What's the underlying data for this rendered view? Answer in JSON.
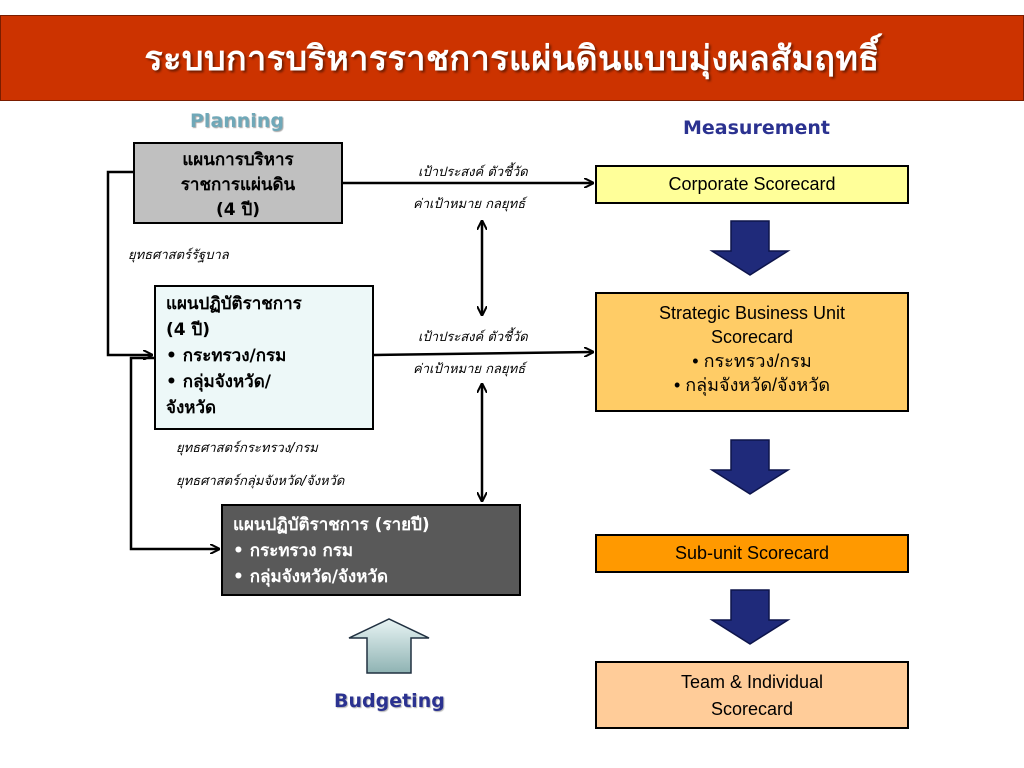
{
  "title": "ระบบการบริหารราชการแผ่นดินแบบมุ่งผลสัมฤทธิ์",
  "labels": {
    "planning": "Planning",
    "measurement": "Measurement",
    "budgeting": "Budgeting"
  },
  "plans": {
    "national": {
      "lines": [
        "แผนการบริหาร",
        "ราชการแผ่นดิน",
        "(4 ปี)"
      ]
    },
    "operational": {
      "lines": [
        "แผนปฏิบัติราชการ",
        "(4 ปี)",
        "• กระทรวง/กรม",
        "• กลุ่มจังหวัด/",
        "จังหวัด"
      ]
    },
    "annual": {
      "lines": [
        "แผนปฏิบัติราชการ (รายปี)",
        "• กระทรวง กรม",
        "• กลุ่มจังหวัด/จังหวัด"
      ]
    }
  },
  "notes": {
    "goals_1": "เป้าประสงค์ ตัวชี้วัด",
    "targets_1": "ค่าเป้าหมาย กลยุทธ์",
    "goals_2": "เป้าประสงค์ ตัวชี้วัด",
    "targets_2": "ค่าเป้าหมาย กลยุทธ์",
    "gov_strategy": "ยุทธศาสตร์รัฐบาล",
    "ministry_strategy": "ยุทธศาสตร์กระทรวง/กรม",
    "province_strategy": "ยุทธศาสตร์กลุ่มจังหวัด/จังหวัด"
  },
  "scorecards": {
    "corporate": [
      "Corporate Scorecard"
    ],
    "sbu": [
      "Strategic Business Unit",
      "Scorecard",
      "• กระทรวง/กรม",
      "•  กลุ่มจังหวัด/จังหวัด"
    ],
    "subunit": [
      "Sub-unit Scorecard"
    ],
    "team": [
      "Team & Individual",
      "Scorecard"
    ]
  },
  "colors": {
    "title_bg": "#cc3300",
    "plan_national_bg": "#c0c0c0",
    "plan_operational_bg": "#edf8f8",
    "plan_annual_bg": "#595959",
    "sc_corporate_bg": "#ffff99",
    "sc_sbu_bg": "#ffcc66",
    "sc_subunit_bg": "#ff9900",
    "sc_team_bg": "#ffcc99",
    "down_arrow": "#1f2a7a"
  }
}
